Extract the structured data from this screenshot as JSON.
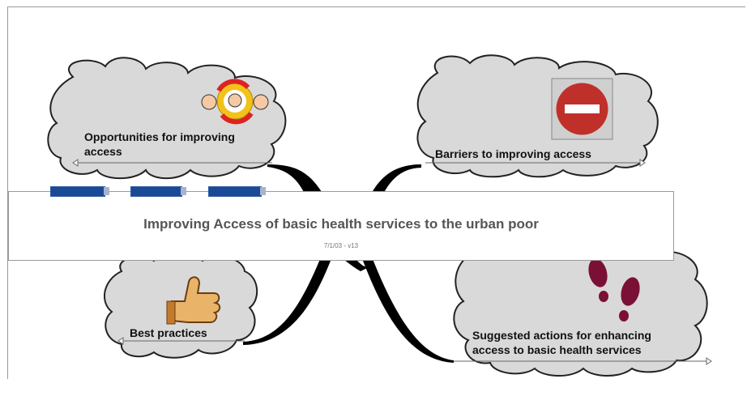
{
  "map": {
    "central": {
      "title": "Improving Access of basic health services to the urban poor",
      "subtitle": "7/1/03 - v13"
    },
    "topics": [
      {
        "id": "opportunities",
        "label_line1": "Opportunities for improving",
        "label_line2": "access",
        "icon": "people-cycle-icon"
      },
      {
        "id": "barriers",
        "label_line1": "Barriers to improving access",
        "icon": "no-entry-sign-icon"
      },
      {
        "id": "best-practices",
        "label_line1": "Best practices",
        "icon": "thumbs-up-icon"
      },
      {
        "id": "suggested-actions",
        "label_line1": "Suggested actions for enhancing",
        "label_line2": "access to basic health services",
        "icon": "footprints-icon"
      }
    ]
  },
  "colors": {
    "cloud_fill": "#d9d9d9",
    "cloud_stroke": "#222222",
    "branch": "#000000",
    "tab": "#1a4a96",
    "no_entry": "#c0302b",
    "footprints": "#7a1035"
  }
}
